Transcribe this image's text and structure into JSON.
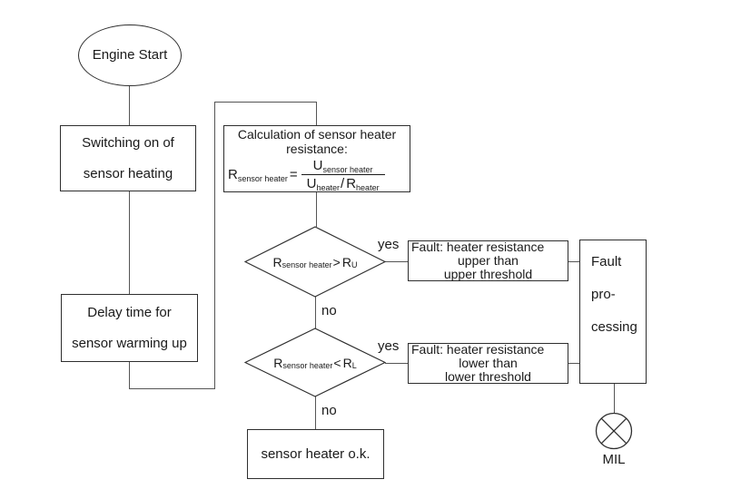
{
  "canvas": {
    "bg": "#ffffff",
    "line_color": "#555555",
    "border_color": "#2e2e2e",
    "text_color": "#1a1a1a"
  },
  "nodes": {
    "start": {
      "label": "Engine Start"
    },
    "switching": {
      "line1": "Switching on of",
      "line2": "sensor heating"
    },
    "delay": {
      "line1": "Delay time for",
      "line2": "sensor warming up"
    },
    "calculation": {
      "title1": "Calculation of sensor heater",
      "title2": "resistance:",
      "formula": {
        "lhs_base": "R",
        "lhs_sub": "sensor heater",
        "equals": "=",
        "num_base": "U",
        "num_sub": "sensor heater",
        "den1_base": "U",
        "den1_sub": "heater",
        "den_slash": "/",
        "den2_base": "R",
        "den2_sub": "heater"
      }
    },
    "decision_upper": {
      "base": "R",
      "sub": "sensor heater",
      "op": ">",
      "rhs_base": "R",
      "rhs_sub": "U"
    },
    "decision_lower": {
      "base": "R",
      "sub": "sensor heater",
      "op": "<",
      "rhs_base": "R",
      "rhs_sub": "L"
    },
    "fault_upper": {
      "line1": "Fault: heater resistance",
      "line2": "upper than",
      "line3": "upper threshold"
    },
    "fault_lower": {
      "line1": "Fault: heater resistance",
      "line2": "lower than",
      "line3": "lower threshold"
    },
    "fault_processing": {
      "line1": "Fault",
      "line2": "pro-",
      "line3": "cessing"
    },
    "ok": {
      "label": "sensor heater o.k."
    },
    "mil": {
      "label": "MIL"
    }
  },
  "edge_labels": {
    "yes_upper": "yes",
    "no_upper": "no",
    "yes_lower": "yes",
    "no_lower": "no"
  }
}
